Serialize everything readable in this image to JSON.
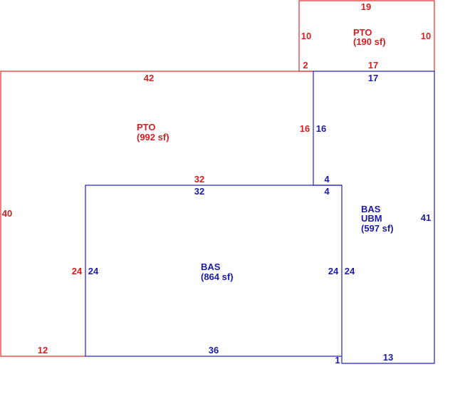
{
  "colors": {
    "patio": "#e03030",
    "base": "#2020c0"
  },
  "areas": {
    "pto_upper": {
      "code": "PTO",
      "area": "(190 sf)"
    },
    "pto_main": {
      "code": "PTO",
      "area": "(992 sf)"
    },
    "bas_main": {
      "code": "BAS",
      "area": "(864 sf)"
    },
    "bas_ubm": {
      "code": "BAS",
      "sub": "UBM",
      "area": "(597 sf)"
    }
  },
  "dimensions": {
    "pto_upper_top": "19",
    "pto_upper_left": "10",
    "pto_upper_right": "10",
    "pto_upper_bottom_left": "2",
    "pto_upper_bottom": "17",
    "ubm_top": "17",
    "pto_main_top": "42",
    "pto_main_right": "16",
    "ubm_left": "16",
    "pto_main_inner": "32",
    "bas_top": "32",
    "ubm_step_upper": "4",
    "ubm_step_lower": "4",
    "pto_main_left": "40",
    "ubm_right": "41",
    "pto_main_inner_left": "24",
    "bas_left": "24",
    "bas_right": "24",
    "ubm_inner_left": "24",
    "pto_main_bottom": "12",
    "bas_bottom": "36",
    "ubm_jog": "1",
    "ubm_bottom": "13"
  }
}
